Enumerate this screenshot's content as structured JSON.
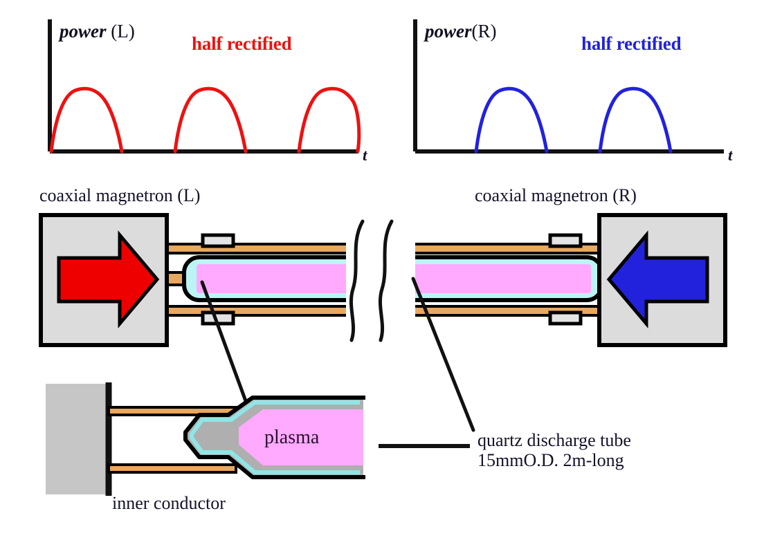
{
  "figure": {
    "title_hidden": "Dual coaxial magnetron driven quartz discharge tube"
  },
  "charts": [
    {
      "id": "power-left",
      "axis_label_prefix": "power",
      "axis_label_suffix": " (L)",
      "annotation": "half rectified",
      "annotation_color": "#ee1111",
      "trace_color": "#ee1111",
      "x_axis_label": "t"
    },
    {
      "id": "power-right",
      "axis_label_prefix": "power",
      "axis_label_suffix": "(R)",
      "annotation": "half rectified",
      "annotation_color": "#2222dd",
      "trace_color": "#2222dd",
      "x_axis_label": "t"
    }
  ],
  "chart_data": [
    {
      "type": "line",
      "title": "power (L)",
      "xlabel": "t",
      "ylabel": "power",
      "annotation": "half rectified",
      "series_color": "#ee1111",
      "grid": false,
      "xlim": [
        0,
        3.0
      ],
      "ylim": [
        0,
        1.15
      ],
      "waveform": "half-rectified sine",
      "pulses": [
        {
          "start": 0.0,
          "end": 0.62,
          "peak": 1.0
        },
        {
          "start": 1.0,
          "end": 1.62,
          "peak": 1.0
        },
        {
          "start": 2.0,
          "end": 2.62,
          "peak": 1.0
        }
      ],
      "x": [
        0.0,
        0.1,
        0.2,
        0.31,
        0.41,
        0.52,
        0.62,
        0.8,
        1.0,
        1.1,
        1.2,
        1.31,
        1.41,
        1.52,
        1.62,
        1.8,
        2.0,
        2.1,
        2.2,
        2.31,
        2.41,
        2.52,
        2.62,
        2.8,
        3.0
      ],
      "y": [
        0.0,
        0.48,
        0.81,
        1.0,
        0.97,
        0.72,
        0.0,
        0.0,
        0.0,
        0.48,
        0.81,
        1.0,
        0.97,
        0.72,
        0.0,
        0.0,
        0.0,
        0.48,
        0.81,
        1.0,
        0.97,
        0.72,
        0.0,
        0.0,
        0.0
      ]
    },
    {
      "type": "line",
      "title": "power (R)",
      "xlabel": "t",
      "ylabel": "power",
      "annotation": "half rectified",
      "series_color": "#2222dd",
      "grid": false,
      "xlim": [
        0,
        3.0
      ],
      "ylim": [
        0,
        1.15
      ],
      "waveform": "half-rectified sine, anti-phase to (L)",
      "pulses": [
        {
          "start": 0.5,
          "end": 1.12,
          "peak": 1.0
        },
        {
          "start": 1.5,
          "end": 2.12,
          "peak": 1.0
        }
      ],
      "x": [
        0.0,
        0.5,
        0.6,
        0.7,
        0.81,
        0.91,
        1.02,
        1.12,
        1.3,
        1.5,
        1.6,
        1.7,
        1.81,
        1.91,
        2.02,
        2.12,
        2.4,
        3.0
      ],
      "y": [
        0.0,
        0.0,
        0.48,
        0.81,
        1.0,
        0.97,
        0.72,
        0.0,
        0.0,
        0.0,
        0.48,
        0.81,
        1.0,
        0.97,
        0.72,
        0.0,
        0.0,
        0.0
      ]
    }
  ],
  "labels": {
    "magnetron_left": "coaxial magnetron (L)",
    "magnetron_right": "coaxial magnetron (R)",
    "plasma": "plasma",
    "inner_conductor": "inner conductor",
    "quartz_tube_line1": "quartz discharge tube",
    "quartz_tube_line2": "15mmO.D. 2m-long"
  },
  "colors": {
    "magnetron_box_fill": "#DCDCDC",
    "magnetron_box_stroke": "#000000",
    "arrow_left_fill": "#EE0000",
    "arrow_right_fill": "#2222DD",
    "conductor_fill": "#E8A860",
    "plasma_fill": "#FFAAFF",
    "quartz_fill": "#BBF4F4",
    "clamp_fill": "#E4E4E4",
    "inset_block_fill": "#C6C6C6",
    "inset_shade_fill": "#AFAFAF",
    "outline": "#000000",
    "background": "#FFFFFF"
  }
}
